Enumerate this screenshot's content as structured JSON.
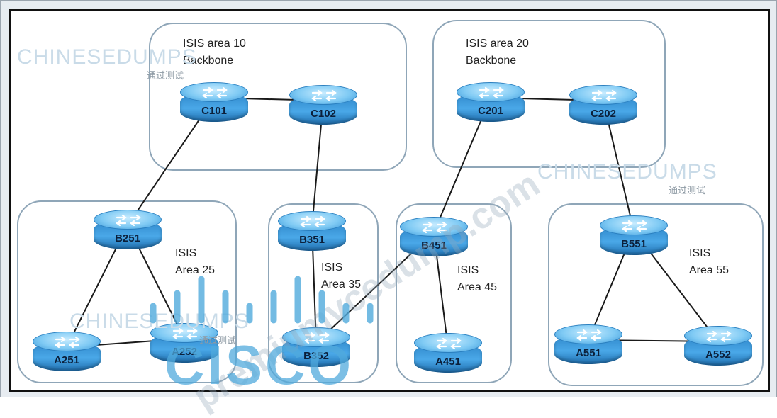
{
  "areas": [
    {
      "id": "area10",
      "label": "ISIS area 10\nBackbone"
    },
    {
      "id": "area20",
      "label": "ISIS area 20\nBackbone"
    },
    {
      "id": "area25",
      "label": "ISIS\nArea 25"
    },
    {
      "id": "area35",
      "label": "ISIS\nArea 35"
    },
    {
      "id": "area45",
      "label": "ISIS\nArea 45"
    },
    {
      "id": "area55",
      "label": "ISIS\nArea 55"
    }
  ],
  "routers": [
    "C101",
    "C102",
    "C201",
    "C202",
    "B251",
    "A251",
    "A252",
    "B351",
    "B352",
    "B451",
    "A451",
    "B551",
    "A551",
    "A552"
  ],
  "links": [
    [
      "C101",
      "C102"
    ],
    [
      "C201",
      "C202"
    ],
    [
      "C101",
      "B251"
    ],
    [
      "C102",
      "B351"
    ],
    [
      "C201",
      "B451"
    ],
    [
      "C202",
      "B551"
    ],
    [
      "B251",
      "A251"
    ],
    [
      "B251",
      "A252"
    ],
    [
      "A251",
      "A252"
    ],
    [
      "B351",
      "B352"
    ],
    [
      "B352",
      "B451"
    ],
    [
      "B451",
      "A451"
    ],
    [
      "B551",
      "A551"
    ],
    [
      "B551",
      "A552"
    ],
    [
      "A551",
      "A552"
    ]
  ],
  "watermarks": {
    "brand": "CHINESEDUMPS",
    "brand_sub": "通过测试",
    "diagonal": "premiumvcedump.com",
    "cisco": "CISCO"
  },
  "colors": {
    "router_blue": "#2e86c9",
    "area_border": "#8fa6b8",
    "frame": "#111111"
  }
}
